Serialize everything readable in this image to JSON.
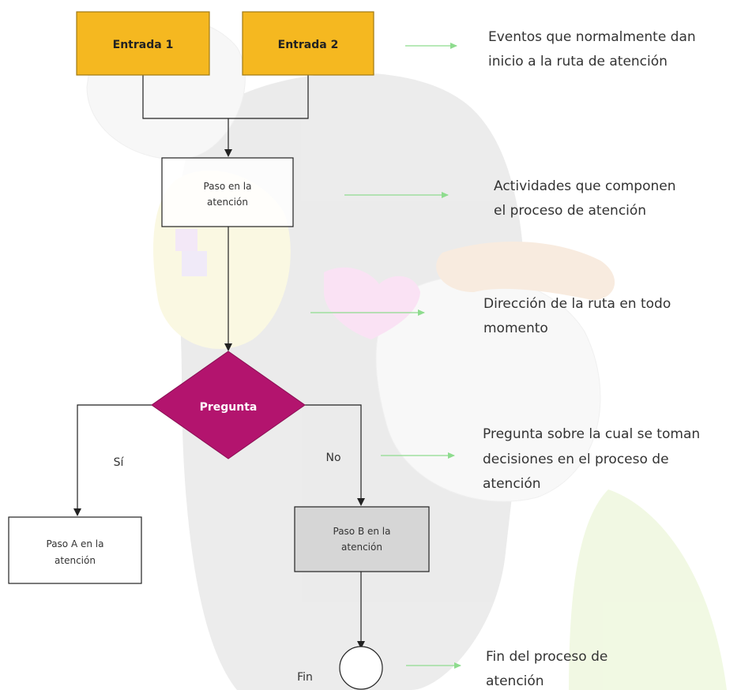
{
  "colors": {
    "entry_fill": "#f5b820",
    "entry_stroke": "#a07a14",
    "decision_fill": "#b3146e",
    "arrow_green": "#8edc8e",
    "line": "#222222"
  },
  "nodes": {
    "entry1": "Entrada 1",
    "entry2": "Entrada 2",
    "step": [
      "Paso en la",
      "atención"
    ],
    "question": "Pregunta",
    "yes": "Sí",
    "no": "No",
    "stepA": [
      "Paso A en la",
      "atención"
    ],
    "stepB": [
      "Paso B en la",
      "atención"
    ],
    "end": "Fin"
  },
  "legend": {
    "entries": [
      "Eventos que normalmente dan",
      "inicio a la ruta de atención"
    ],
    "activities": [
      "Actividades que componen",
      "el proceso de atención"
    ],
    "direction": [
      "Dirección de la ruta en todo",
      "momento"
    ],
    "question": [
      "Pregunta sobre la cual se toman",
      "decisiones en el proceso de",
      "atención"
    ],
    "end": [
      "Fin del proceso de",
      "atención"
    ]
  }
}
